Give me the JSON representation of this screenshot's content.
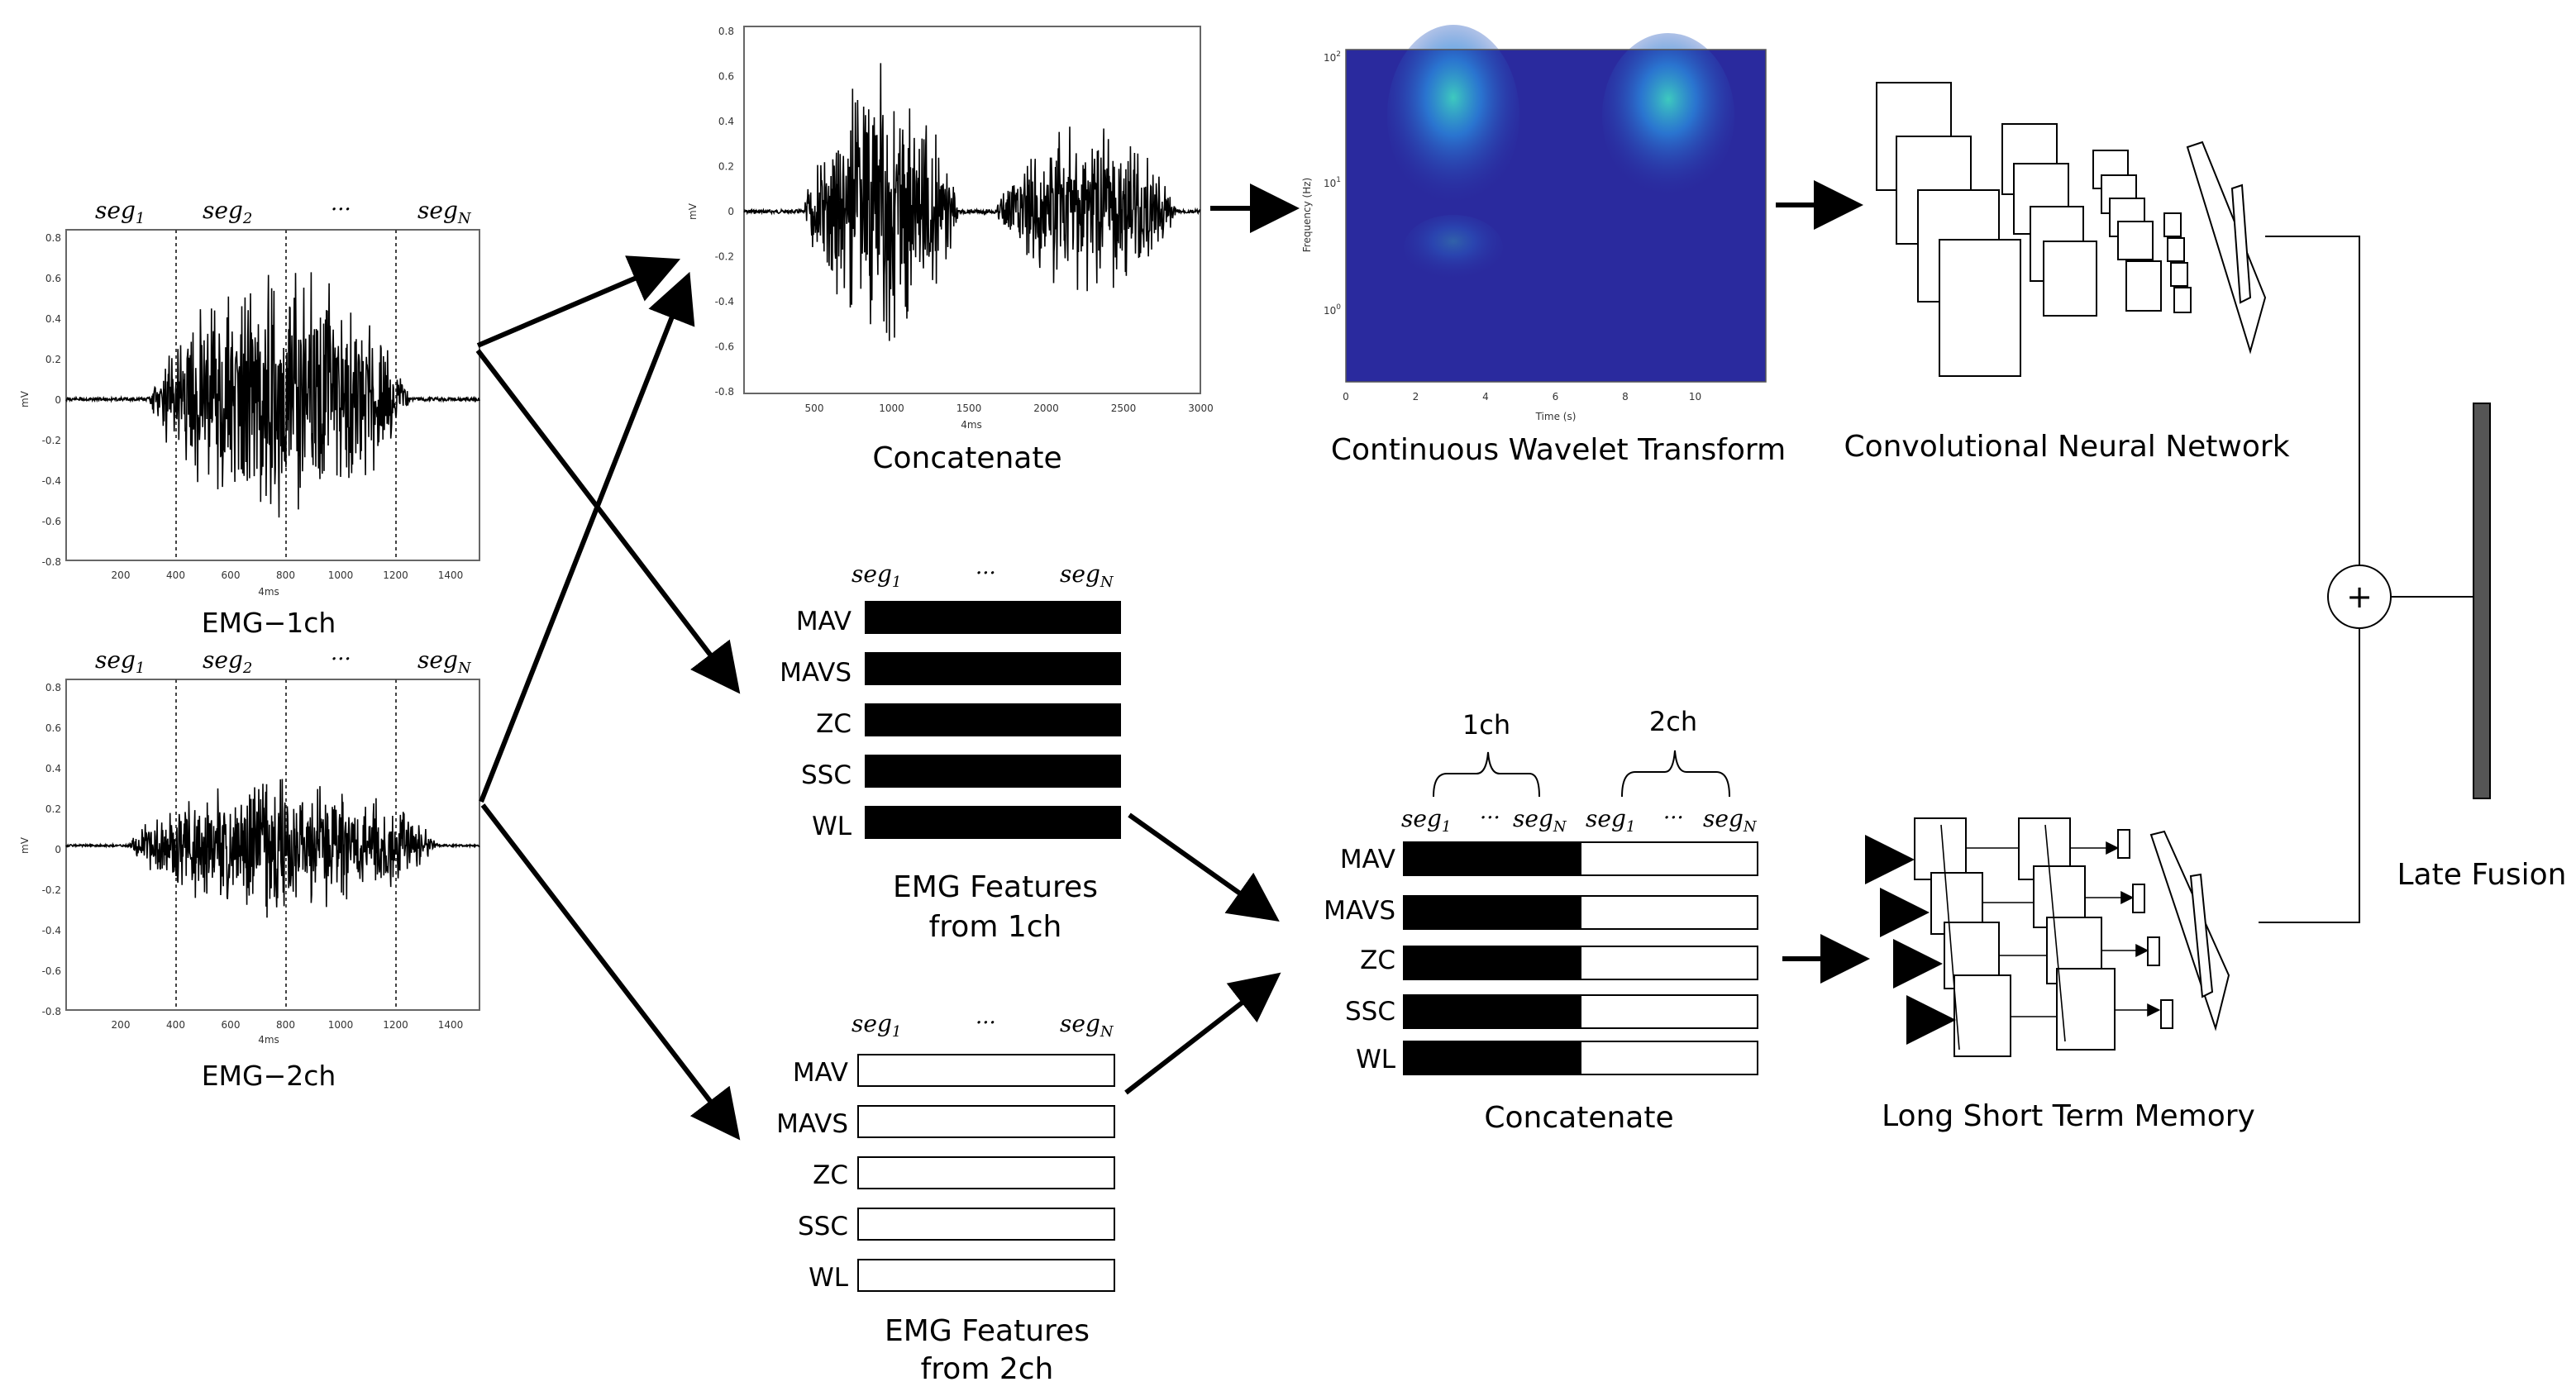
{
  "emg_panels": [
    {
      "caption": "EMG−1ch",
      "xlabel": "4ms",
      "ylabel": "mV",
      "segments": [
        "seg",
        "seg",
        "···",
        "seg"
      ],
      "seg_subs": [
        "1",
        "2",
        "",
        "N"
      ],
      "xticks": [
        "200",
        "400",
        "600",
        "800",
        "1000",
        "1200",
        "1400"
      ],
      "yticks": [
        "0.8",
        "0.6",
        "0.4",
        "0.2",
        "0",
        "-0.2",
        "-0.4",
        "-0.6",
        "-0.8"
      ]
    },
    {
      "caption": "EMG−2ch",
      "xlabel": "4ms",
      "ylabel": "mV",
      "segments": [
        "seg",
        "seg",
        "···",
        "seg"
      ],
      "seg_subs": [
        "1",
        "2",
        "",
        "N"
      ],
      "xticks": [
        "200",
        "400",
        "600",
        "800",
        "1000",
        "1200",
        "1400"
      ],
      "yticks": [
        "0.8",
        "0.6",
        "0.4",
        "0.2",
        "0",
        "-0.2",
        "-0.4",
        "-0.6",
        "-0.8"
      ]
    }
  ],
  "concat_plot": {
    "caption": "Concatenate",
    "xlabel": "4ms",
    "ylabel": "mV",
    "xticks": [
      "500",
      "1000",
      "1500",
      "2000",
      "2500",
      "3000"
    ],
    "yticks": [
      "0.8",
      "0.6",
      "0.4",
      "0.2",
      "0",
      "-0.2",
      "-0.4",
      "-0.6",
      "-0.8"
    ]
  },
  "cwt": {
    "caption": "Continuous Wavelet Transform",
    "xlabel": "Time (s)",
    "ylabel": "Frequency (Hz)",
    "xticks": [
      "0",
      "2",
      "4",
      "6",
      "8",
      "10"
    ],
    "yticks": [
      "10",
      "10",
      "10"
    ],
    "ytick_exps": [
      "2",
      "1",
      "0"
    ]
  },
  "cnn": {
    "caption": "Convolutional Neural Network"
  },
  "features_1ch": {
    "caption_line1": "EMG Features",
    "caption_line2": "from 1ch",
    "seg_header": [
      "seg",
      "···",
      "seg"
    ],
    "seg_subs": [
      "1",
      "",
      "N"
    ],
    "rows": [
      "MAV",
      "MAVS",
      "ZC",
      "SSC",
      "WL"
    ]
  },
  "features_2ch": {
    "caption_line1": "EMG Features",
    "caption_line2": "from 2ch",
    "seg_header": [
      "seg",
      "···",
      "seg"
    ],
    "seg_subs": [
      "1",
      "",
      "N"
    ],
    "rows": [
      "MAV",
      "MAVS",
      "ZC",
      "SSC",
      "WL"
    ]
  },
  "features_concat": {
    "caption": "Concatenate",
    "group_labels": [
      "1ch",
      "2ch"
    ],
    "seg_header": [
      "seg",
      "···",
      "seg",
      "seg",
      "···",
      "seg"
    ],
    "seg_subs": [
      "1",
      "",
      "N",
      "1",
      "",
      "N"
    ],
    "rows": [
      "MAV",
      "MAVS",
      "ZC",
      "SSC",
      "WL"
    ]
  },
  "lstm": {
    "caption": "Long Short Term Memory"
  },
  "fusion": {
    "symbol": "+",
    "caption": "Late Fusion"
  },
  "colors": {
    "fill_black": "#000000",
    "fusion_bar": "#555555",
    "cwt_background": "#2a2a9e"
  }
}
